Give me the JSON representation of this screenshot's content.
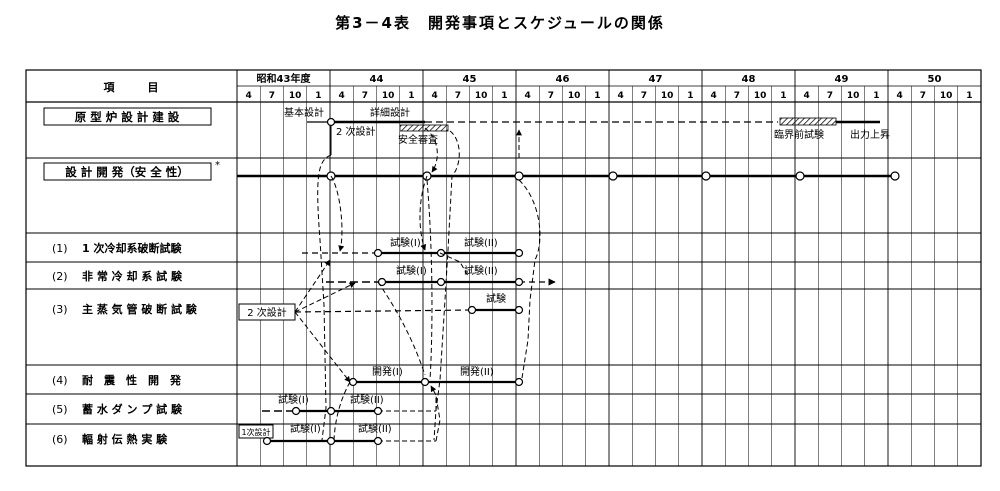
{
  "title": "第3－4表　開発事項とスケジュールの関係",
  "header": {
    "item_label": "項　　　目",
    "years": [
      "昭和43年度",
      "44",
      "45",
      "46",
      "47",
      "48",
      "49",
      "50"
    ],
    "months": [
      "4",
      "7",
      "10",
      "1"
    ]
  },
  "rows": [
    {
      "key": "r0",
      "label": "原 型 炉 設 計 建 設",
      "boxed": true
    },
    {
      "key": "r1",
      "label": "設 計 開 発（安 全 性）",
      "boxed": true,
      "marker": "*"
    },
    {
      "key": "r2",
      "num": "(1)",
      "label": "1 次冷却系破断試験"
    },
    {
      "key": "r3",
      "num": "(2)",
      "label": "非 常 冷 却 系 試 験"
    },
    {
      "key": "r4",
      "num": "(3)",
      "label": "主 蒸 気 管 破 断 試 験"
    },
    {
      "key": "r5",
      "num": "(4)",
      "label": "耐　震　性　開　発"
    },
    {
      "key": "r6",
      "num": "(5)",
      "label": "蓄 水 ダ ン プ 試 験"
    },
    {
      "key": "r7",
      "num": "(6)",
      "label": "輻 射 伝 熱 実 験"
    }
  ],
  "annotations": {
    "basic_design": "基本設計",
    "detailed_design": "詳細設計",
    "second_design": "2 次設計",
    "safety_review": "安全審査",
    "pre_critical_test": "臨界前試験",
    "power_ascension": "出力上昇",
    "test_1": "試験(I)",
    "test_2": "試験(II)",
    "test": "試験",
    "dev_1": "開発(I)",
    "dev_2": "開発(II)",
    "second_design_box": "2 次設計",
    "first_design_box": "1次設計"
  },
  "colors": {
    "line": "#000000",
    "hatch": "#000000",
    "background": "#ffffff"
  }
}
